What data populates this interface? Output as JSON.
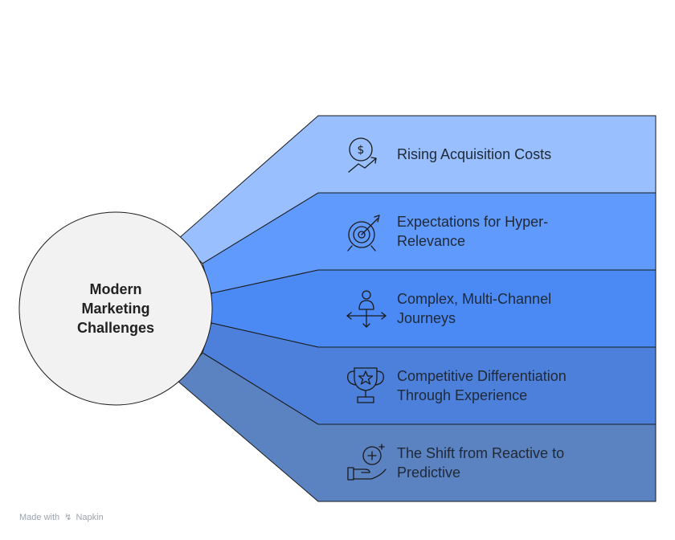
{
  "center": {
    "lines": [
      "Modern",
      "Marketing",
      "Challenges"
    ]
  },
  "items": [
    {
      "lines": [
        "Rising Acquisition Costs"
      ],
      "icon": "dollar-trend-up-icon",
      "color": "#99BFFF"
    },
    {
      "lines": [
        "Expectations for Hyper-",
        "Relevance"
      ],
      "icon": "target-arrow-icon",
      "color": "#619AFD"
    },
    {
      "lines": [
        "Complex, Multi-Channel",
        "Journeys"
      ],
      "icon": "person-crossroads-icon",
      "color": "#4B8AF4"
    },
    {
      "lines": [
        "Competitive Differentiation",
        "Through Experience"
      ],
      "icon": "trophy-star-icon",
      "color": "#4D80DA"
    },
    {
      "lines": [
        "The Shift from Reactive to",
        "Predictive"
      ],
      "icon": "hand-crystal-ball-icon",
      "color": "#5B82C1"
    }
  ],
  "colors": {
    "circle_fill": "#F2F2F2",
    "stroke": "#1a1a1a",
    "label_text": "#1f2937"
  },
  "footer": {
    "made_with": "Made with",
    "brand": "Napkin"
  }
}
